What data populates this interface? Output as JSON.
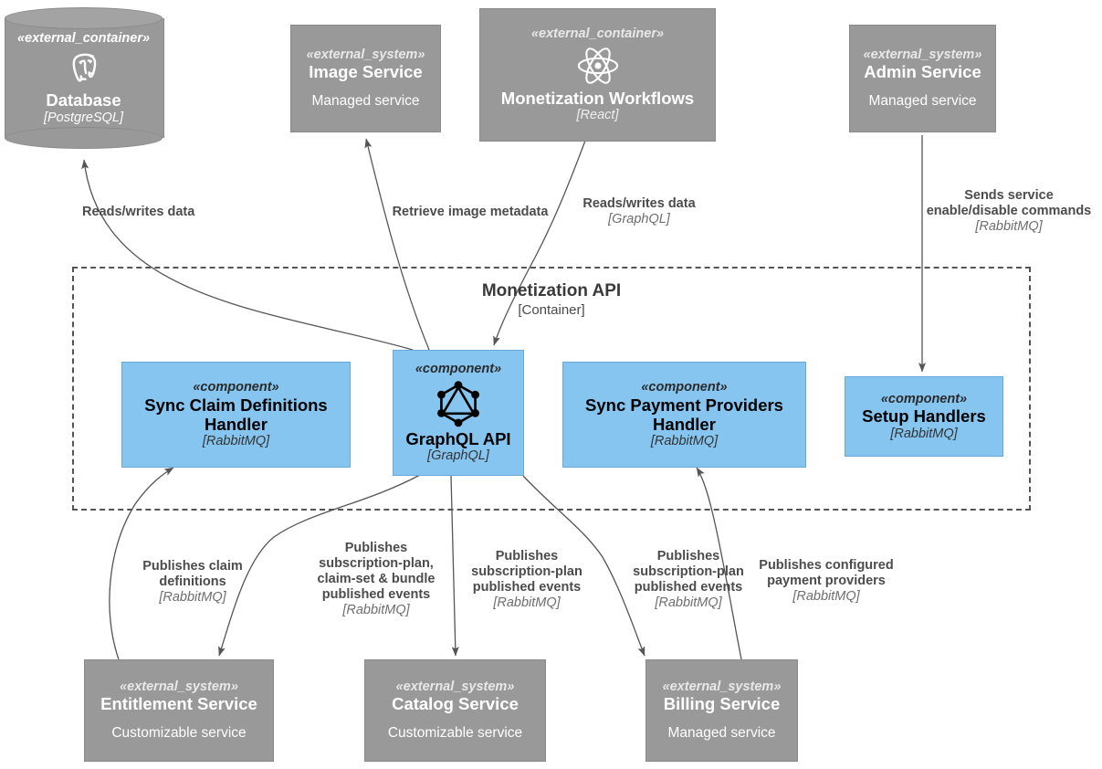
{
  "diagram": {
    "type": "c4-component-diagram",
    "colors": {
      "external_fill": "#999999",
      "component_fill": "#85c5f0",
      "boundary_stroke": "#555555",
      "edge_stroke": "#555555",
      "label_text": "#4c4c4c",
      "tech_text": "#6e6e6e"
    }
  },
  "boundary": {
    "name": "Monetization API",
    "tech": "[Container]"
  },
  "nodes": {
    "database": {
      "stereotype": "«external_container»",
      "title": "Database",
      "tech": "[PostgreSQL]",
      "desc": "",
      "icon": "postgresql-icon",
      "kind": "external"
    },
    "image_service": {
      "stereotype": "«external_system»",
      "title": "Image Service",
      "tech": "",
      "desc": "Managed service",
      "icon": "",
      "kind": "external"
    },
    "monetization_workflows": {
      "stereotype": "«external_container»",
      "title": "Monetization Workflows",
      "tech": "[React]",
      "desc": "",
      "icon": "react-icon",
      "kind": "external"
    },
    "admin_service": {
      "stereotype": "«external_system»",
      "title": "Admin Service",
      "tech": "",
      "desc": "Managed service",
      "icon": "",
      "kind": "external"
    },
    "sync_claim_definitions_handler": {
      "stereotype": "«component»",
      "title": "Sync Claim Definitions Handler",
      "tech": "[RabbitMQ]",
      "desc": "",
      "icon": "",
      "kind": "component"
    },
    "graphql_api": {
      "stereotype": "«component»",
      "title": "GraphQL API",
      "tech": "[GraphQL]",
      "desc": "",
      "icon": "graphql-icon",
      "kind": "component"
    },
    "sync_payment_providers_handler": {
      "stereotype": "«component»",
      "title": "Sync Payment Providers Handler",
      "tech": "[RabbitMQ]",
      "desc": "",
      "icon": "",
      "kind": "component"
    },
    "setup_handlers": {
      "stereotype": "«component»",
      "title": "Setup Handlers",
      "tech": "[RabbitMQ]",
      "desc": "",
      "icon": "",
      "kind": "component"
    },
    "entitlement_service": {
      "stereotype": "«external_system»",
      "title": "Entitlement Service",
      "tech": "",
      "desc": "Customizable service",
      "icon": "",
      "kind": "external"
    },
    "catalog_service": {
      "stereotype": "«external_system»",
      "title": "Catalog Service",
      "tech": "",
      "desc": "Customizable service",
      "icon": "",
      "kind": "external"
    },
    "billing_service": {
      "stereotype": "«external_system»",
      "title": "Billing Service",
      "tech": "",
      "desc": "Managed service",
      "icon": "",
      "kind": "external"
    }
  },
  "edges": [
    {
      "id": "e1",
      "from": "graphql_api",
      "to": "database",
      "label": "Reads/writes data",
      "tech": ""
    },
    {
      "id": "e2",
      "from": "graphql_api",
      "to": "image_service",
      "label": "Retrieve image metadata",
      "tech": ""
    },
    {
      "id": "e3",
      "from": "monetization_workflows",
      "to": "graphql_api",
      "label": "Reads/writes data",
      "tech": "[GraphQL]"
    },
    {
      "id": "e4",
      "from": "admin_service",
      "to": "setup_handlers",
      "label": "Sends service enable/disable commands",
      "tech": "[RabbitMQ]"
    },
    {
      "id": "e5",
      "from": "entitlement_service",
      "to": "sync_claim_definitions_handler",
      "label": "Publishes claim definitions",
      "tech": "[RabbitMQ]"
    },
    {
      "id": "e6",
      "from": "graphql_api",
      "to": "entitlement_service",
      "label": "Publishes subscription-plan, claim-set & bundle published events",
      "tech": "[RabbitMQ]"
    },
    {
      "id": "e7",
      "from": "graphql_api",
      "to": "catalog_service",
      "label": "Publishes subscription-plan published events",
      "tech": "[RabbitMQ]"
    },
    {
      "id": "e8",
      "from": "graphql_api",
      "to": "billing_service",
      "label": "Publishes subscription-plan published events",
      "tech": "[RabbitMQ]"
    },
    {
      "id": "e9",
      "from": "billing_service",
      "to": "sync_payment_providers_handler",
      "label": "Publishes configured payment providers",
      "tech": "[RabbitMQ]"
    }
  ],
  "edge_labels": {
    "reads_writes_db": {
      "l1": "Reads/writes data",
      "tech": ""
    },
    "retrieve_image": {
      "l1": "Retrieve image metadata",
      "tech": ""
    },
    "reads_writes_gql": {
      "l1": "Reads/writes data",
      "tech": "[GraphQL]"
    },
    "admin_cmds": {
      "l1": "Sends service",
      "l2": "enable/disable commands",
      "tech": "[RabbitMQ]"
    },
    "claim_defs": {
      "l1": "Publishes claim",
      "l2": "definitions",
      "tech": "[RabbitMQ]"
    },
    "sub_claim_bundle": {
      "l1": "Publishes",
      "l2": "subscription-plan,",
      "l3": "claim-set & bundle",
      "l4": "published events",
      "tech": "[RabbitMQ]"
    },
    "sub_plan_catalog": {
      "l1": "Publishes",
      "l2": "subscription-plan",
      "l3": "published events",
      "tech": "[RabbitMQ]"
    },
    "sub_plan_billing": {
      "l1": "Publishes",
      "l2": "subscription-plan",
      "l3": "published events",
      "tech": "[RabbitMQ]"
    },
    "payment_providers": {
      "l1": "Publishes configured",
      "l2": "payment providers",
      "tech": "[RabbitMQ]"
    }
  }
}
